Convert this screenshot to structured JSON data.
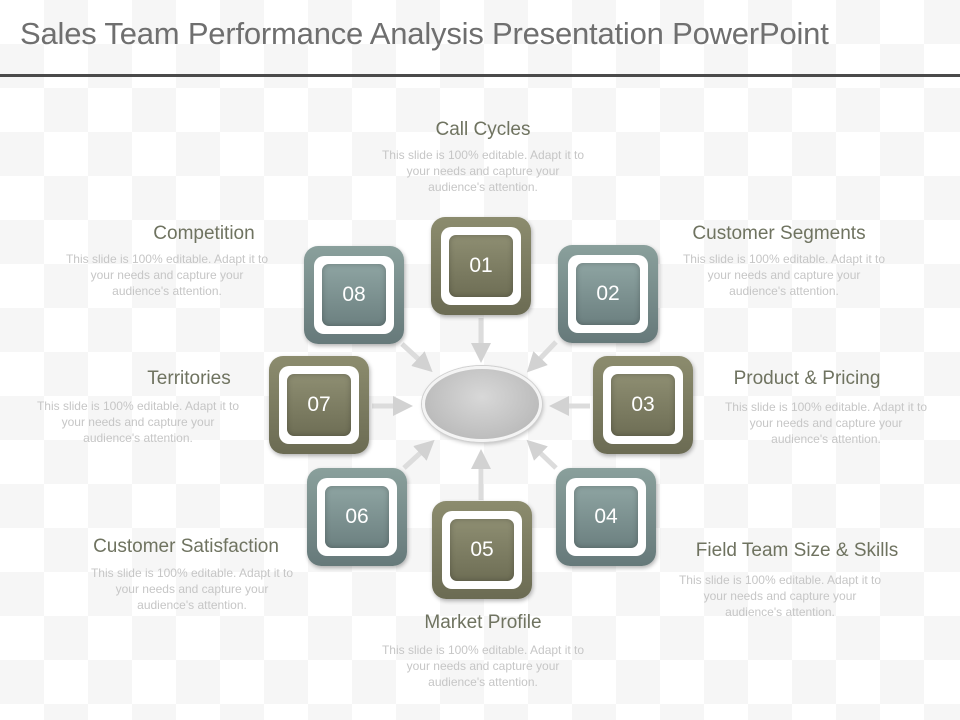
{
  "title": "Sales Team Performance Analysis Presentation PowerPoint",
  "colors": {
    "olive": "#7b7b60",
    "teal": "#7a8e8c",
    "label_text": "#6f7360",
    "desc_text": "#c6c6c6",
    "title_text": "#6f6f6f",
    "arrow": "#d2d2d2"
  },
  "nodes": [
    {
      "number": "01",
      "label": "Call Cycles",
      "desc": "This slide is 100% editable. Adapt it to your needs and capture your audience's attention."
    },
    {
      "number": "02",
      "label": "Customer Segments",
      "desc": "This slide is 100% editable. Adapt it to your needs and capture your audience's attention."
    },
    {
      "number": "03",
      "label": "Product & Pricing",
      "desc": "This slide is 100% editable. Adapt it to your needs and capture your audience's attention."
    },
    {
      "number": "04",
      "label": "Field Team Size & Skills",
      "desc": "This slide is 100% editable. Adapt it to your needs and capture your audience's attention."
    },
    {
      "number": "05",
      "label": "Market Profile",
      "desc": "This slide is 100% editable. Adapt it to your needs and capture your audience's attention."
    },
    {
      "number": "06",
      "label": "Customer Satisfaction",
      "desc": "This slide is 100% editable. Adapt it to your needs and capture your audience's attention."
    },
    {
      "number": "07",
      "label": "Territories",
      "desc": "This slide is 100% editable. Adapt it to your needs and capture your audience's attention."
    },
    {
      "number": "08",
      "label": "Competition",
      "desc": "This slide is 100% editable. Adapt it to your needs and capture your audience's attention."
    }
  ]
}
